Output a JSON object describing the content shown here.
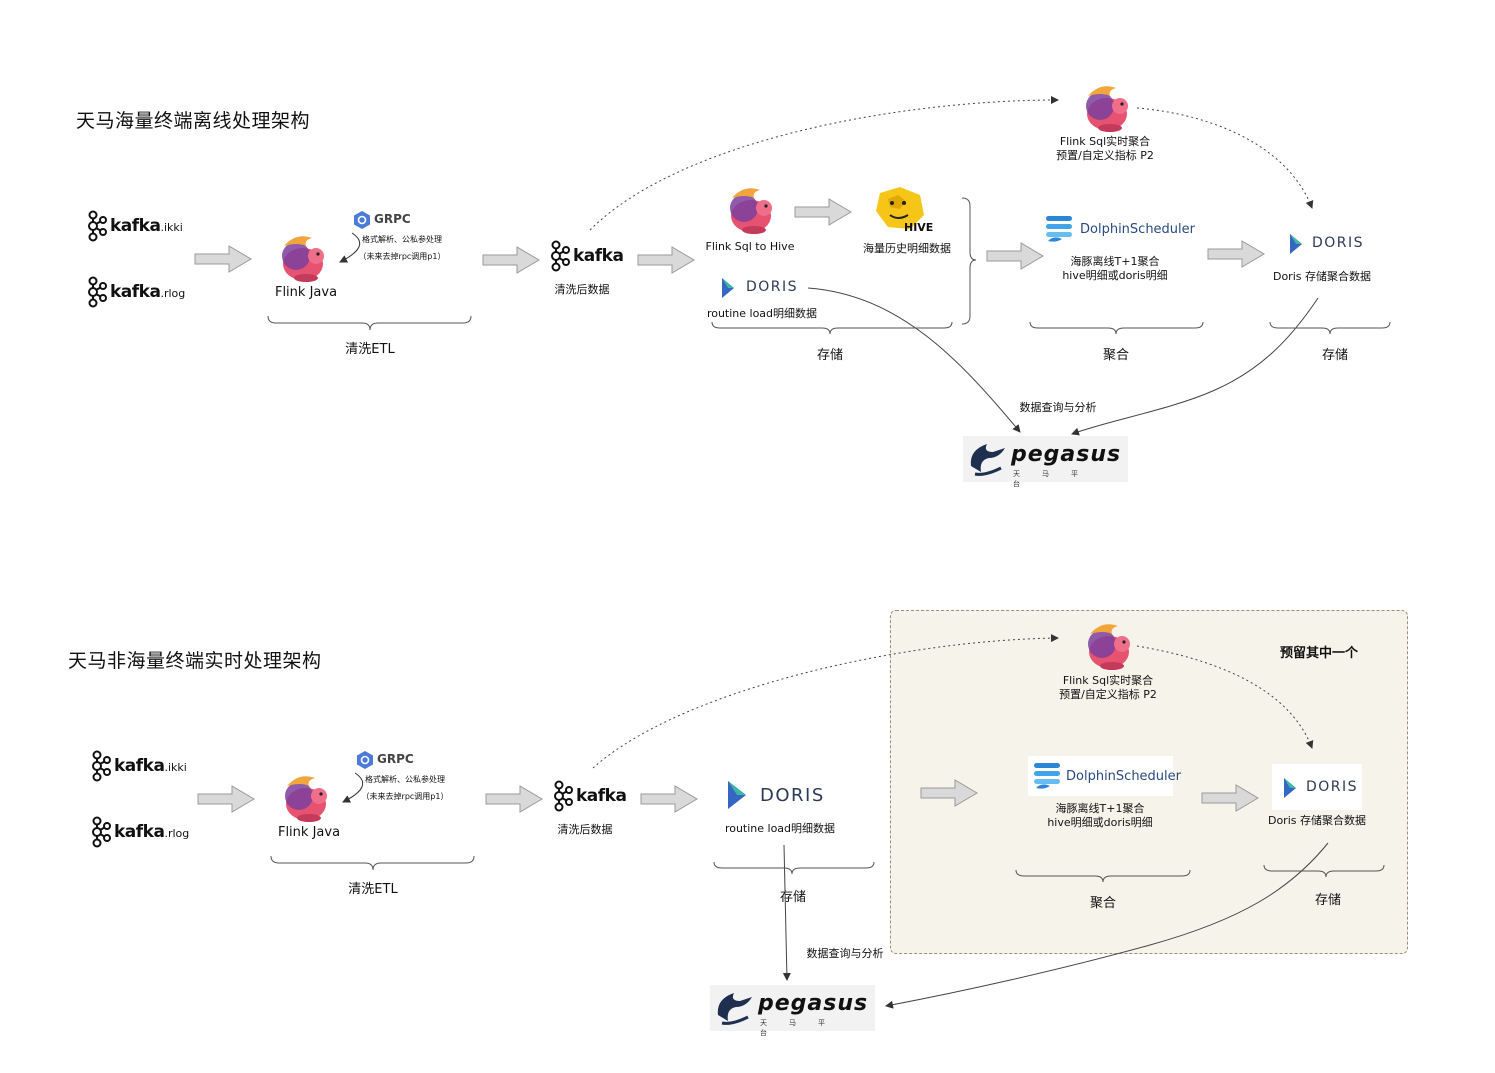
{
  "diagrams": [
    {
      "title": "天马海量终端离线处理架构",
      "sources": [
        {
          "brand": "kafka",
          "suffix": ".ikki"
        },
        {
          "brand": "kafka",
          "suffix": ".rlog"
        }
      ],
      "etl": {
        "engine_label": "Flink Java",
        "grpc_brand": "GRPC",
        "grpc_note": "格式解析、公私参处理",
        "grpc_future": "（未来去掉rpc调用p1）",
        "group_label": "清洗ETL"
      },
      "kafka_mid": {
        "brand": "kafka",
        "label": "清洗后数据"
      },
      "realtime": {
        "line1": "Flink Sql实时聚合",
        "line2": "预置/自定义指标 P2"
      },
      "storage": {
        "flink_label": "Flink Sql to Hive",
        "hive_brand": "HIVE",
        "hive_label": "海量历史明细数据",
        "doris_brand": "DORIS",
        "doris_label": "routine load明细数据",
        "group_label": "存储"
      },
      "aggregate": {
        "brand": "DolphinScheduler",
        "line1": "海豚离线T+1聚合",
        "line2": "hive明细或doris明细",
        "group_label": "聚合"
      },
      "result": {
        "brand": "DORIS",
        "label": "Doris 存储聚合数据",
        "group_label": "存储"
      },
      "query_label": "数据查询与分析",
      "pegasus": {
        "brand": "pegasus",
        "sub": "天马平台"
      }
    },
    {
      "title": "天马非海量终端实时处理架构",
      "sources": [
        {
          "brand": "kafka",
          "suffix": ".ikki"
        },
        {
          "brand": "kafka",
          "suffix": ".rlog"
        }
      ],
      "etl": {
        "engine_label": "Flink Java",
        "grpc_brand": "GRPC",
        "grpc_note": "格式解析、公私参处理",
        "grpc_future": "（未来去掉rpc调用p1）",
        "group_label": "清洗ETL"
      },
      "kafka_mid": {
        "brand": "kafka",
        "label": "清洗后数据"
      },
      "realtime": {
        "line1": "Flink Sql实时聚合",
        "line2": "预置/自定义指标 P2"
      },
      "storage": {
        "doris_brand": "DORIS",
        "doris_label": "routine load明细数据",
        "group_label": "存储"
      },
      "aggregate": {
        "brand": "DolphinScheduler",
        "line1": "海豚离线T+1聚合",
        "line2": "hive明细或doris明细",
        "group_label": "聚合"
      },
      "result": {
        "brand": "DORIS",
        "label": "Doris 存储聚合数据",
        "group_label": "存储"
      },
      "reserve_note": "预留其中一个",
      "query_label": "数据查询与分析",
      "pegasus": {
        "brand": "pegasus",
        "sub": "天马平台"
      }
    }
  ],
  "colors": {
    "arrow_fill": "#d9d9d9",
    "arrow_stroke": "#9a9a9a",
    "flink_pink": "#e6526f",
    "flink_purple": "#7b3f9e",
    "doris_teal": "#3fb5a5",
    "doris_blue": "#3466c2",
    "grpc_blue": "#4a7bd8",
    "hive_yellow": "#f5c518",
    "box_fill": "#f6f3ea"
  },
  "icons": [
    "kafka-icon",
    "flink-squirrel-icon",
    "grpc-icon",
    "hive-icon",
    "doris-icon",
    "dolphinscheduler-icon",
    "pegasus-icon",
    "block-arrow-icon"
  ]
}
